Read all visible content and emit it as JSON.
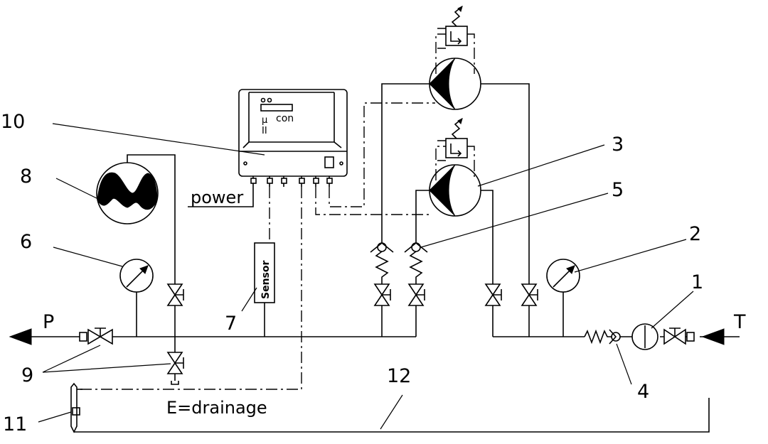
{
  "labels": {
    "n1": "1",
    "n2": "2",
    "n3": "3",
    "n4": "4",
    "n5": "5",
    "n6": "6",
    "n7": "7",
    "n8": "8",
    "n9": "9",
    "n10": "10",
    "n11": "11",
    "n12": "12",
    "P": "P",
    "T": "T",
    "power": "power",
    "sensor": "Sensor",
    "drainage": "E=drainage",
    "controller_mu": "μ",
    "controller_con": "con",
    "controller_ii": "II"
  }
}
